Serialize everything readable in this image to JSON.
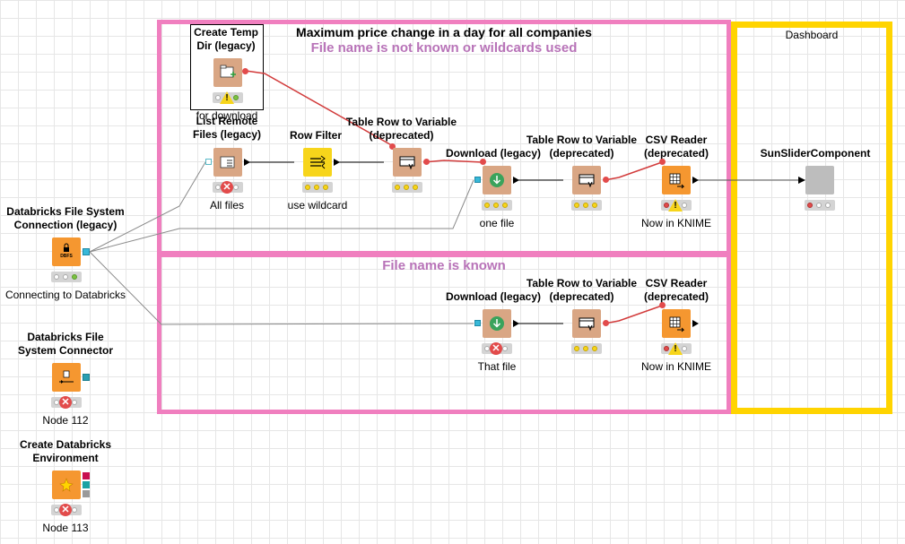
{
  "annotations": {
    "main_title": "Maximum price change in a day for all companies",
    "unknown_subtitle": "File name is not known or wildcards used",
    "known_subtitle": "File name is known",
    "dashboard_title": "Dashboard"
  },
  "nodes": {
    "create_temp_dir": {
      "title": "Create Temp Dir (legacy)",
      "label": "for download"
    },
    "list_remote_files": {
      "title": "List Remote Files (legacy)",
      "label": "All files"
    },
    "row_filter": {
      "title": "Row Filter",
      "label": "use wildcard"
    },
    "table_row_to_variable_1": {
      "title": "Table Row to Variable (deprecated)",
      "label": ""
    },
    "download_1": {
      "title": "Download (legacy)",
      "label": "one file"
    },
    "table_row_to_variable_2": {
      "title": "Table Row to Variable (deprecated)",
      "label": ""
    },
    "csv_reader_1": {
      "title": "CSV Reader (deprecated)",
      "label": "Now in KNIME"
    },
    "sun_slider": {
      "title": "SunSliderComponent",
      "label": ""
    },
    "dbfs_connection": {
      "title": "Databricks File System Connection (legacy)",
      "label": "Connecting to Databricks",
      "icon_text": "DBFS"
    },
    "download_2": {
      "title": "Download (legacy)",
      "label": "That file"
    },
    "table_row_to_variable_3": {
      "title": "Table Row to Variable (deprecated)",
      "label": ""
    },
    "csv_reader_2": {
      "title": "CSV Reader (deprecated)",
      "label": "Now in KNIME"
    },
    "dbfs_connector": {
      "title": "Databricks File System Connector",
      "label": "Node 112"
    },
    "create_databricks_env": {
      "title": "Create Databricks Environment",
      "label": "Node 113"
    }
  },
  "colors": {
    "annotation_pink": "#f07fbf",
    "annotation_yellow": "#ffd400",
    "subtitle_purple": "#b873b8",
    "node_manipulator": "#d9a684",
    "node_source": "#f59730",
    "node_filter": "#f7d51b",
    "variable_connection": "#d23b3b"
  }
}
